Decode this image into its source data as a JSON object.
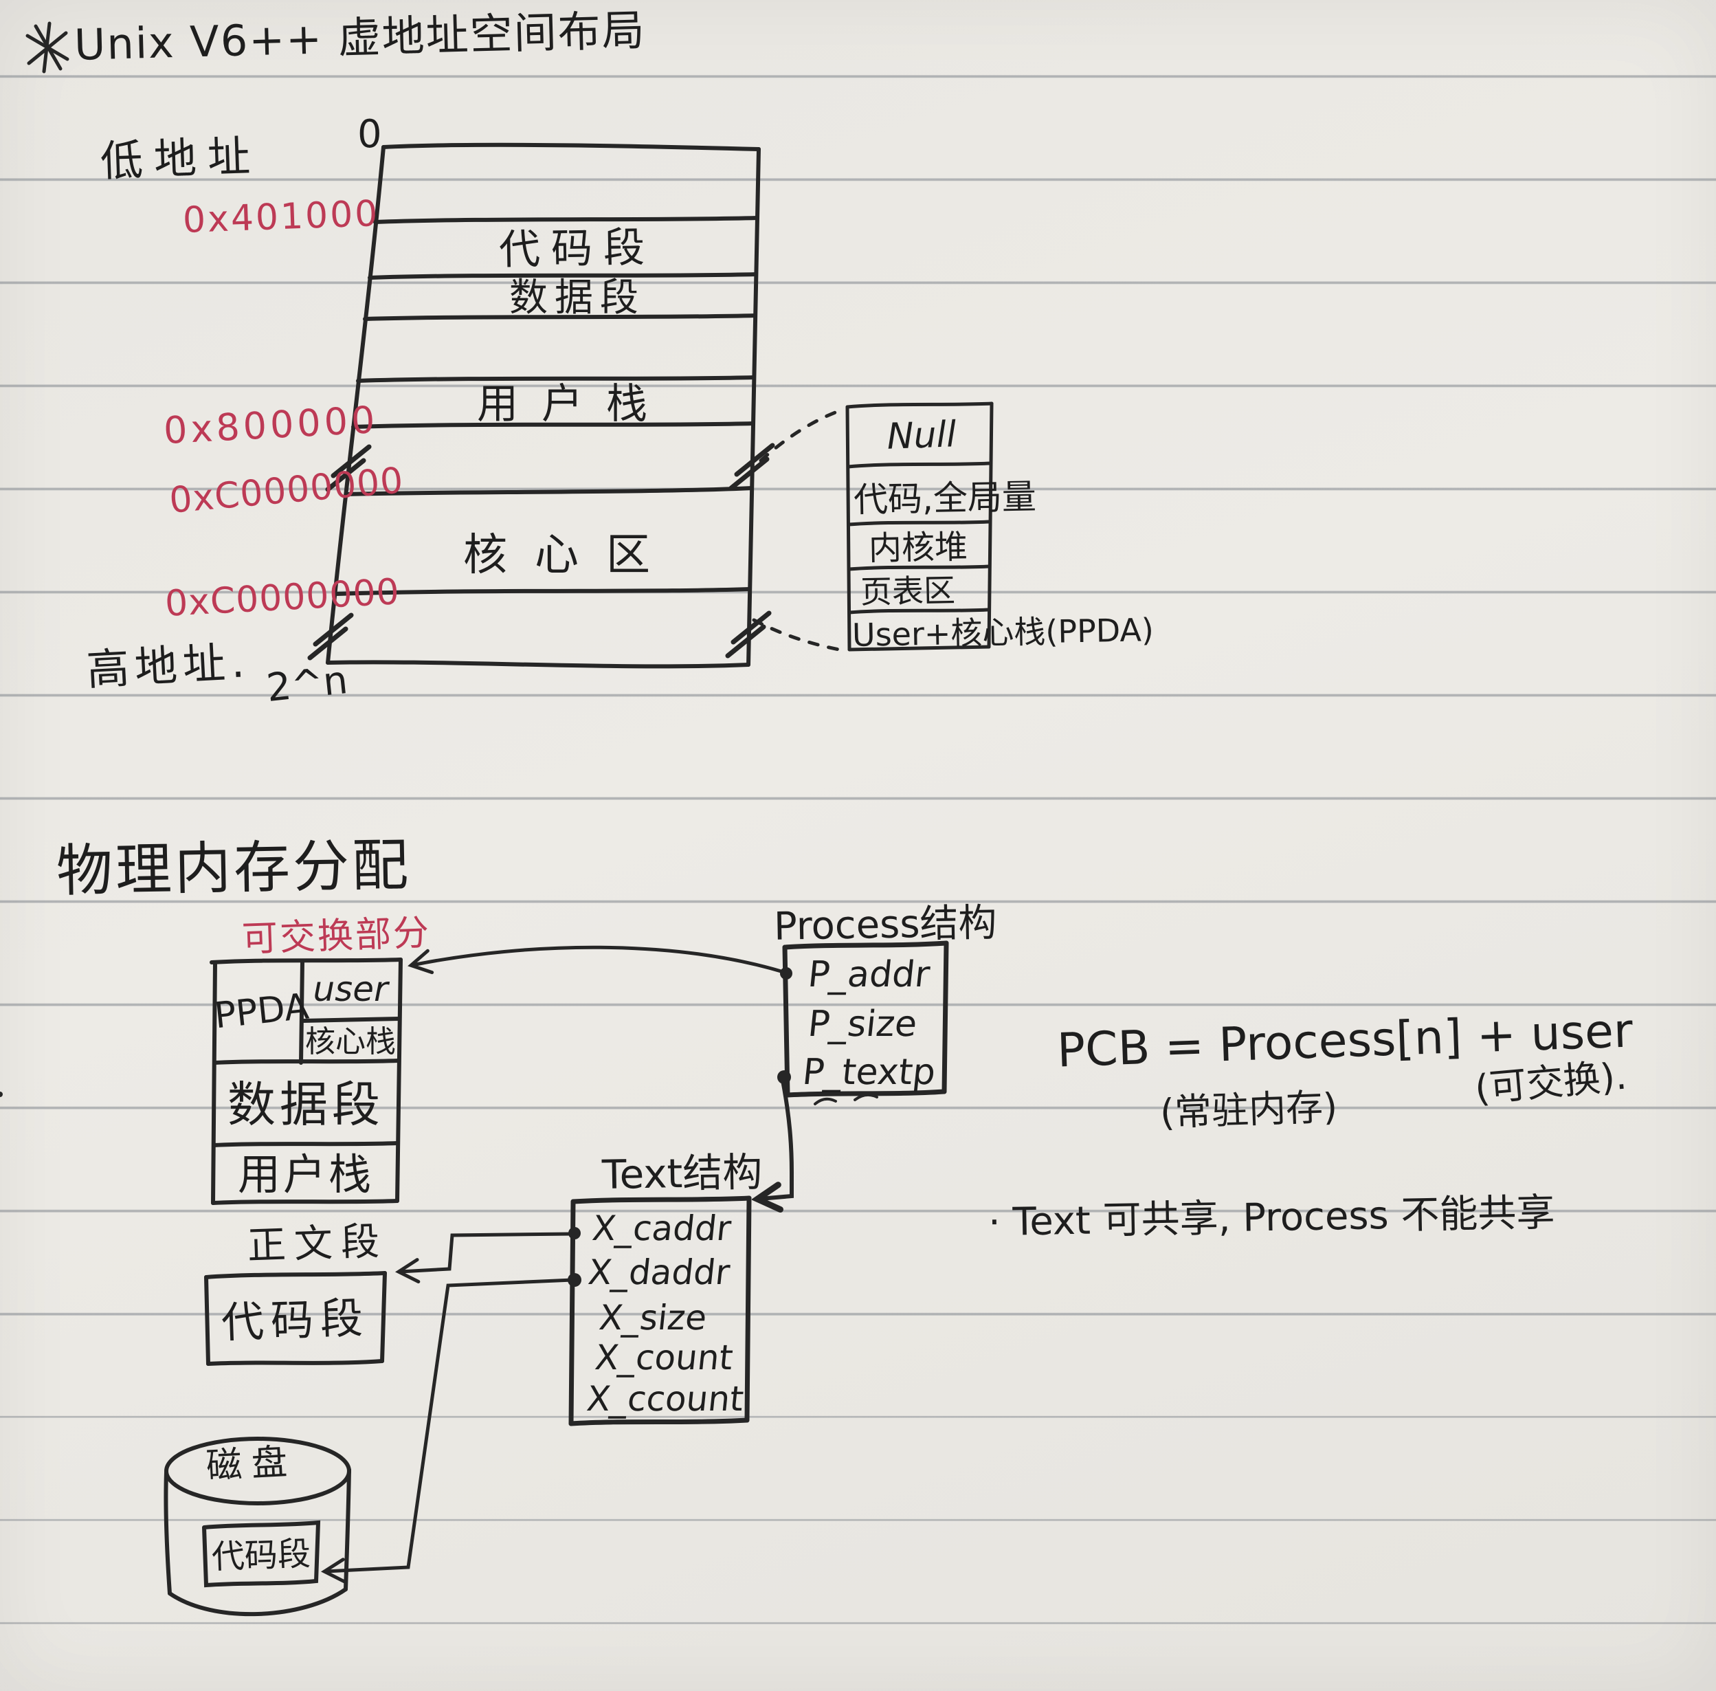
{
  "page": {
    "title": "Unix V6++ 虚地址空间布局"
  },
  "colors": {
    "ink_black": "#262626",
    "ink_red": "#bd3a55",
    "paper": "#e9e7e2",
    "rule_line": "#7a8086"
  },
  "vas": {
    "low_addr": "低地址",
    "zero": "0",
    "addr_401000": "0x401000",
    "seg_code": "代码段",
    "seg_data": "数据段",
    "seg_user_stack": "用户栈",
    "addr_800000": "0x800000",
    "addr_c0000000_upper": "0xC0000000",
    "seg_kernel": "核心区",
    "addr_c0000000_lower": "0xC0000000",
    "high_addr": "高地址.",
    "power_label": "2^n",
    "kernel_detail": {
      "rows": [
        "Null",
        "代码,全局量",
        "内核堆",
        "页表区",
        "User+核心栈(PPDA)"
      ]
    }
  },
  "phys": {
    "heading": "物理内存分配",
    "swappable_label": "可交换部分",
    "swap_box": {
      "ppda": "PPDA",
      "user": "user",
      "kernel_stack": "核心栈",
      "data_seg": "数据段",
      "user_stack": "用户栈"
    },
    "text_seg_label": "正文段",
    "code_seg": "代码段",
    "process": {
      "title": "Process结构",
      "rows": [
        "P_addr",
        "P_size",
        "P_textp"
      ]
    },
    "text_struct": {
      "title": "Text结构",
      "rows": [
        "X_caddr",
        "X_daddr",
        "X_size",
        "X_count",
        "X_ccount"
      ]
    },
    "pcb": {
      "formula": "PCB = Process[n] + user",
      "resident": "(常驻内存)",
      "swappable": "(可交换)."
    },
    "note": "· Text 可共享, Process 不能共享",
    "disk": {
      "label": "磁盘",
      "code_seg": "代码段"
    }
  }
}
